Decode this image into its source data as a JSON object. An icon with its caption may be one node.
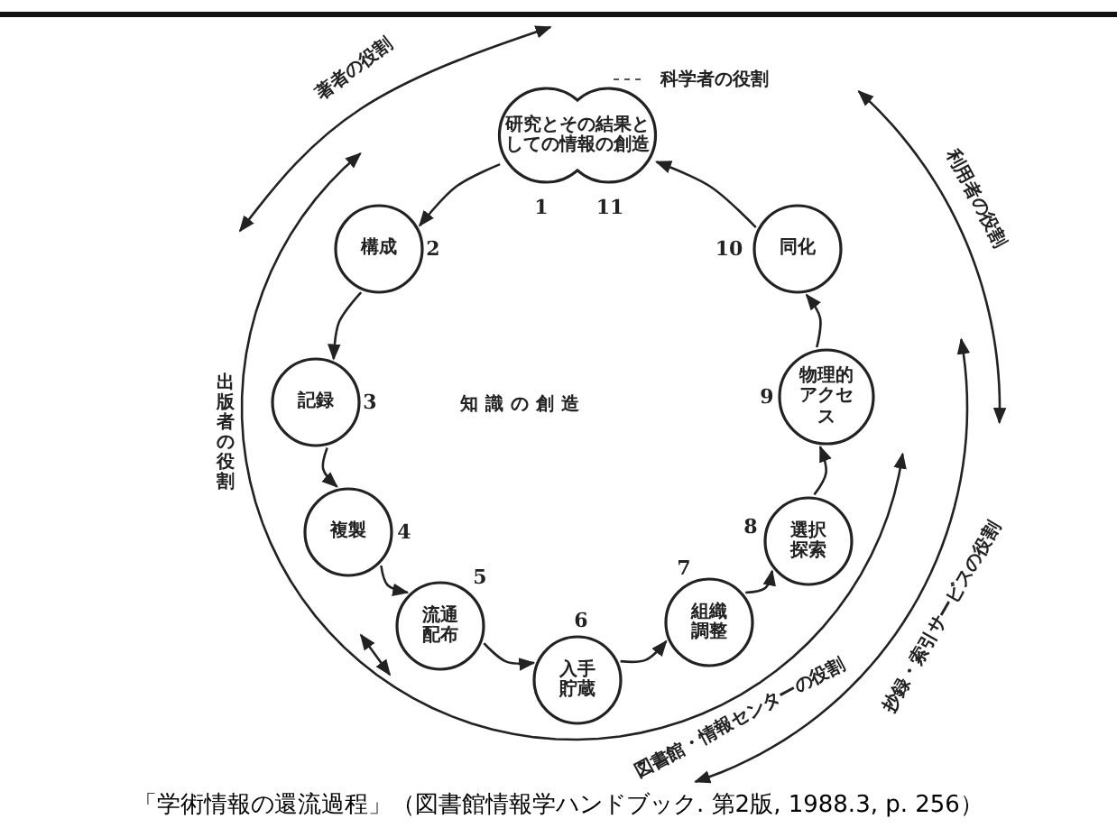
{
  "diagram": {
    "caption": "「学術情報の還流過程」（図書館情報学ハンドブック. 第2版, 1988.3, p. 256）",
    "nodes": [
      {
        "text": [
          "研究とその結果としての情報の創造"
        ],
        "beside": [
          "1",
          "11"
        ]
      },
      {
        "text": [
          "構成"
        ],
        "beside": [
          "2"
        ]
      },
      {
        "text": [
          "記録"
        ],
        "beside": [
          "3"
        ]
      },
      {
        "text": [
          "複製"
        ],
        "beside": [
          "4"
        ]
      },
      {
        "text": [
          "流通配布"
        ],
        "beside": [
          "5"
        ]
      },
      {
        "text": [
          "入手貯蔵"
        ],
        "beside": [
          "6"
        ]
      },
      {
        "text": [
          "組織調整"
        ],
        "beside": [
          "7"
        ]
      },
      {
        "text": [
          "選択探索"
        ],
        "beside": [
          "8"
        ]
      },
      {
        "text": [
          "物理的アクセス"
        ],
        "beside": [
          "9"
        ]
      },
      {
        "text": [
          "同化"
        ],
        "beside": [
          "10"
        ]
      }
    ],
    "edges": [
      {
        "from": 0,
        "to": 1,
        "arrow": "to"
      },
      {
        "from": 1,
        "to": 2,
        "arrow": "to"
      },
      {
        "from": 2,
        "to": 3,
        "arrow": "to"
      },
      {
        "from": 3,
        "to": 4,
        "arrow": "to"
      },
      {
        "from": 4,
        "to": 5,
        "arrow": "to"
      },
      {
        "from": 5,
        "to": 6,
        "arrow": "to"
      },
      {
        "from": 6,
        "to": 7,
        "arrow": "to"
      },
      {
        "from": 7,
        "to": 8,
        "arrow": "to"
      },
      {
        "from": 8,
        "to": 9,
        "arrow": "to"
      },
      {
        "from": 9,
        "to": 0,
        "arrow": "to"
      }
    ],
    "labels": [
      "著者の役割",
      "科学者の役割",
      "利用者の役割",
      "出版者の役割",
      "知識の創造",
      "抄録・索引サービスの役割",
      "図書館・情報センターの役割"
    ]
  }
}
